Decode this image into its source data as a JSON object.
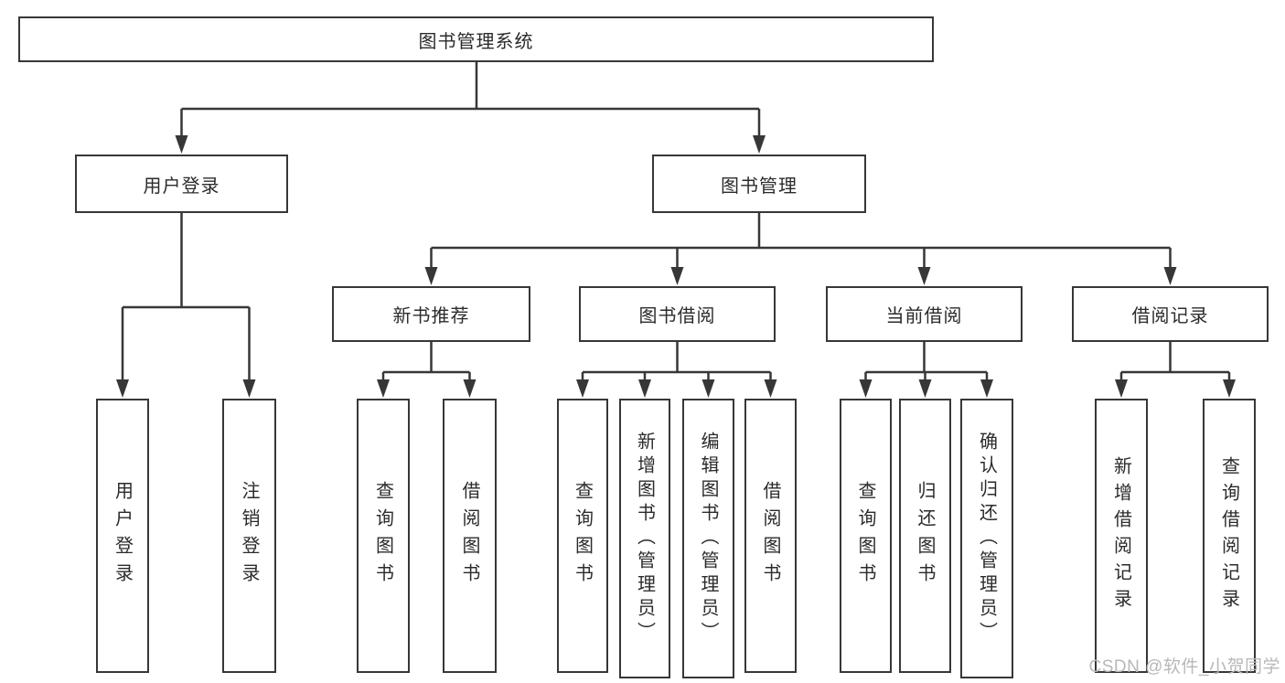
{
  "tree": {
    "root": "图书管理系统",
    "branches": [
      {
        "label": "用户登录",
        "children": [
          "用户登录",
          "注销登录"
        ]
      },
      {
        "label": "图书管理",
        "children": [
          {
            "label": "新书推荐",
            "children": [
              "查询图书",
              "借阅图书"
            ]
          },
          {
            "label": "图书借阅",
            "children": [
              "查询图书",
              "新增图书（管理员）",
              "编辑图书（管理员）",
              "借阅图书"
            ]
          },
          {
            "label": "当前借阅",
            "children": [
              "查询图书",
              "归还图书",
              "确认归还（管理员）"
            ]
          },
          {
            "label": "借阅记录",
            "children": [
              "新增借阅记录",
              "查询借阅记录"
            ]
          }
        ]
      }
    ]
  },
  "watermark": {
    "text": "CSDN @软件_小贺同学"
  },
  "colors": {
    "line": "#373737",
    "box_border": "#373737",
    "text": "#2b2b2b",
    "watermark": "#b8b8b8",
    "background": "#ffffff"
  }
}
